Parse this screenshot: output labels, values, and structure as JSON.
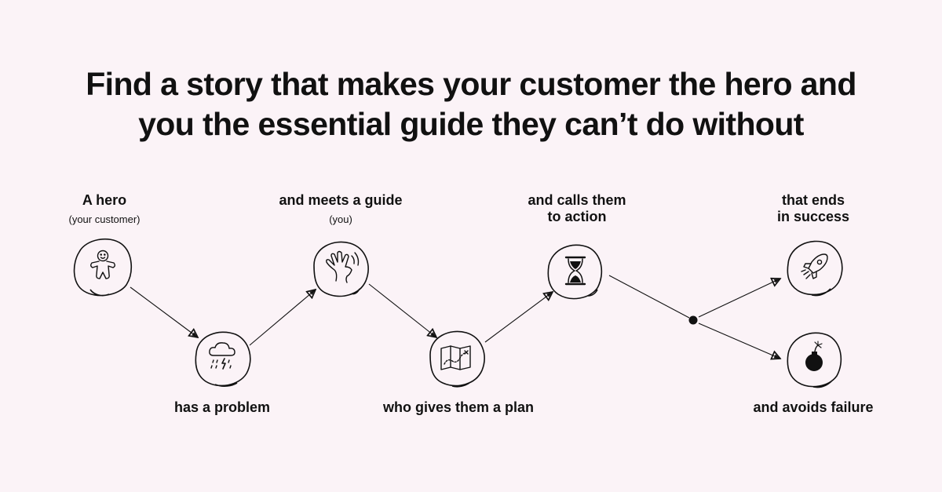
{
  "title": {
    "line1": "Find a story that makes your customer the hero and",
    "line2": "you the essential guide they can’t do without"
  },
  "steps": [
    {
      "label": "A hero",
      "sublabel": "(your customer)",
      "icon": "gingerbread-person-icon"
    },
    {
      "label": "has a problem",
      "icon": "storm-cloud-icon"
    },
    {
      "label": "and meets a guide",
      "sublabel": "(you)",
      "icon": "waving-hand-icon"
    },
    {
      "label": "who gives them a plan",
      "icon": "map-icon"
    },
    {
      "label_line1": "and calls them",
      "label_line2": "to action",
      "icon": "hourglass-icon"
    },
    {
      "label_line1": "that ends",
      "label_line2": "in success",
      "icon": "rocket-icon"
    },
    {
      "label": "and avoids failure",
      "icon": "bomb-icon"
    }
  ],
  "colors": {
    "background": "#fbf3f7",
    "ink": "#111111"
  }
}
